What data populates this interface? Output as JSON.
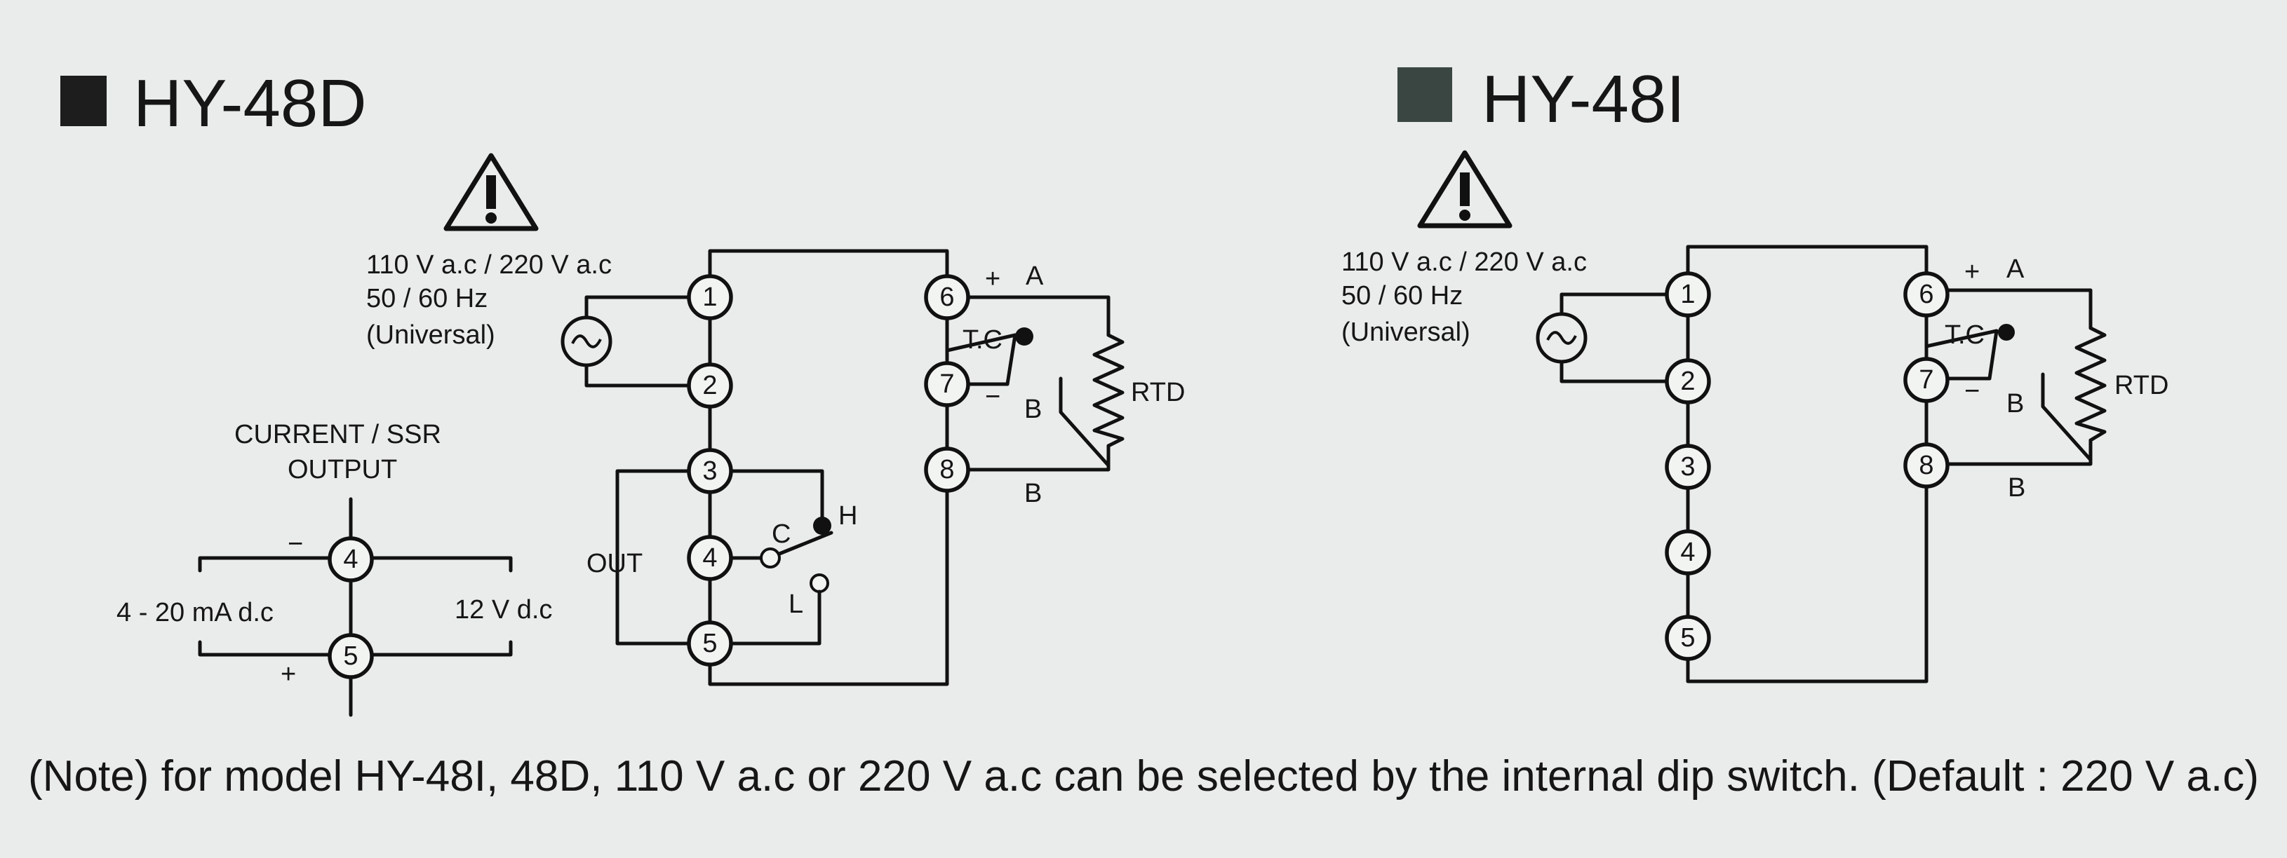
{
  "left": {
    "title": "HY-48D",
    "supply": [
      "110 V a.c / 220 V a.c",
      "50 / 60 Hz",
      "(Universal)"
    ],
    "terminals": [
      "1",
      "2",
      "3",
      "4",
      "5",
      "6",
      "7",
      "8"
    ],
    "tc_label": "T.C",
    "rtd_label": "RTD",
    "plus": "+",
    "minus": "−",
    "a_label": "A",
    "b_label": "B",
    "out_label": "OUT",
    "relay": {
      "c": "C",
      "h": "H",
      "l": "L"
    },
    "output_block": {
      "title": [
        "CURRENT / SSR",
        "OUTPUT"
      ],
      "t4": "4",
      "t5": "5",
      "minus": "−",
      "plus": "+",
      "left_label": "4 - 20 mA d.c",
      "right_label": "12 V d.c"
    }
  },
  "right": {
    "title": "HY-48I",
    "supply": [
      "110 V a.c / 220 V a.c",
      "50 / 60 Hz",
      "(Universal)"
    ],
    "terminals": [
      "1",
      "2",
      "3",
      "4",
      "5",
      "6",
      "7",
      "8"
    ],
    "tc_label": "T.C",
    "rtd_label": "RTD",
    "plus": "+",
    "minus": "−",
    "a_label": "A",
    "b_label": "B"
  },
  "note": "(Note) for model HY-48I, 48D, 110 V a.c or 220 V a.c can be selected by the internal dip switch. (Default : 220 V a.c)"
}
